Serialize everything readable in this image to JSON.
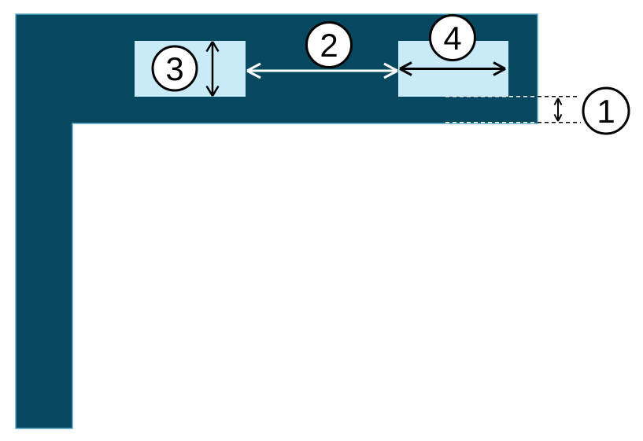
{
  "diagram": {
    "description_visible_elements": "L-shaped dark region with two light blocks, measurement arrows, dashed guides and numbered callouts",
    "callouts": [
      {
        "label": "1"
      },
      {
        "label": "2"
      },
      {
        "label": "3"
      },
      {
        "label": "4"
      }
    ]
  },
  "colors": {
    "background": "#ffffff",
    "region_fill": "#06485f",
    "region_edge": "#57a8c5",
    "block_fill": "#c9eaf9",
    "arrow_light": "#ffffff",
    "arrow_dark": "#000000",
    "guide_on_dark": "#ffffff",
    "guide_on_light": "#000000",
    "callout_fill": "#ffffff",
    "callout_stroke": "#000000",
    "callout_text": "#000000"
  }
}
